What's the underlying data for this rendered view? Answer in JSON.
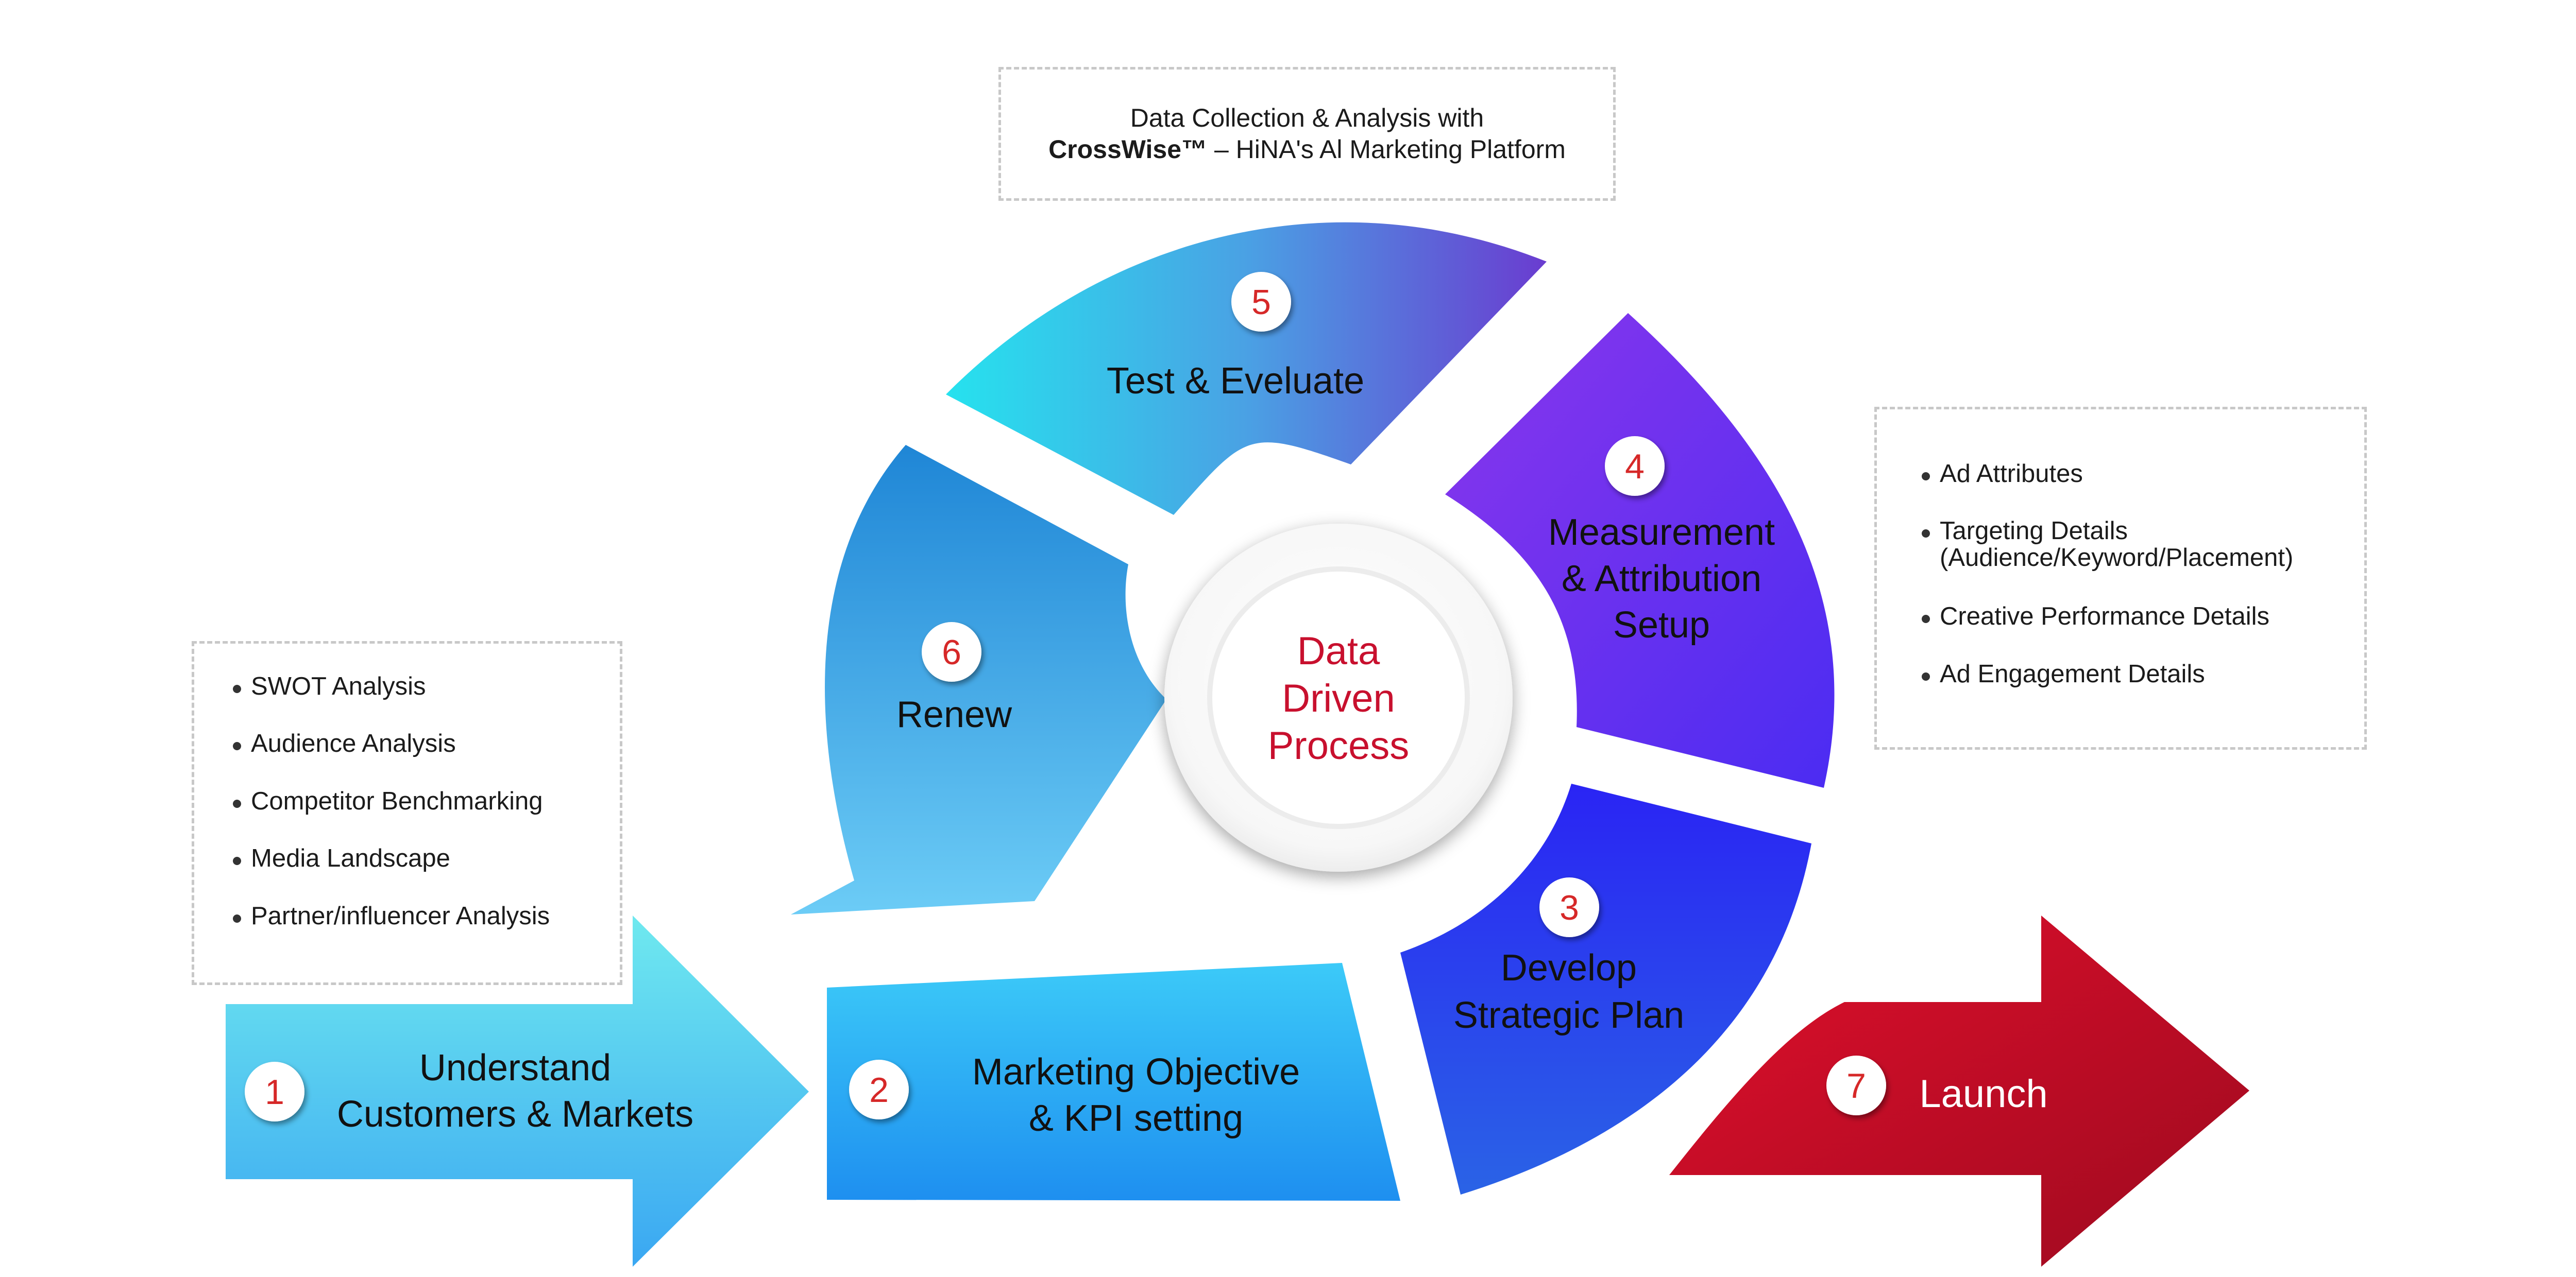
{
  "center": {
    "line1": "Data",
    "line2": "Driven",
    "line3": "Process"
  },
  "steps": [
    {
      "number": "1",
      "line1": "Understand",
      "line2": "Customers & Markets"
    },
    {
      "number": "2",
      "line1": "Marketing Objective",
      "line2": "& KPI setting"
    },
    {
      "number": "3",
      "line1": "Develop",
      "line2": "Strategic Plan"
    },
    {
      "number": "4",
      "line1": "Measurement",
      "line2": "& Attribution",
      "line3": "Setup"
    },
    {
      "number": "5",
      "line1": "Test & Eveluate"
    },
    {
      "number": "6",
      "line1": "Renew"
    },
    {
      "number": "7",
      "line1": "Launch"
    }
  ],
  "top_note": {
    "line1": "Data Collection & Analysis with",
    "brand": "CrossWise™",
    "line2_rest": " – HiNA's Al Marketing Platform"
  },
  "left_note": {
    "items": [
      "SWOT Analysis",
      "Audience Analysis",
      "Competitor Benchmarking",
      "Media Landscape",
      "Partner/influencer Analysis"
    ]
  },
  "right_note": {
    "items": [
      {
        "text": "Ad Attributes"
      },
      {
        "text": "Targeting Details",
        "sub": "(Audience/Keyword/Placement)"
      },
      {
        "text": "Creative Performance Details"
      },
      {
        "text": "Ad Engagement Details"
      }
    ]
  },
  "colors": {
    "number_red": "#d62828",
    "center_text": "#c8102e",
    "launch_red": "#c8102e",
    "step_text": "#111111"
  }
}
